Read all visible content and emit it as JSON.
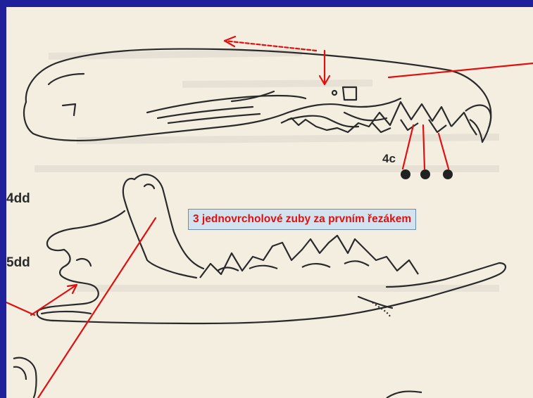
{
  "labels": {
    "lower_tooth_4": "4dd",
    "lower_tooth_5": "5dd",
    "upper_tooth": "4c"
  },
  "caption": "3 jednovrcholové zuby za prvním řezákem",
  "colors": {
    "frame": "#20209a",
    "paper": "#f3eee0",
    "line": "#2a2a2a",
    "annotation": "#e01010",
    "caption_bg": "#d2e3ef"
  }
}
